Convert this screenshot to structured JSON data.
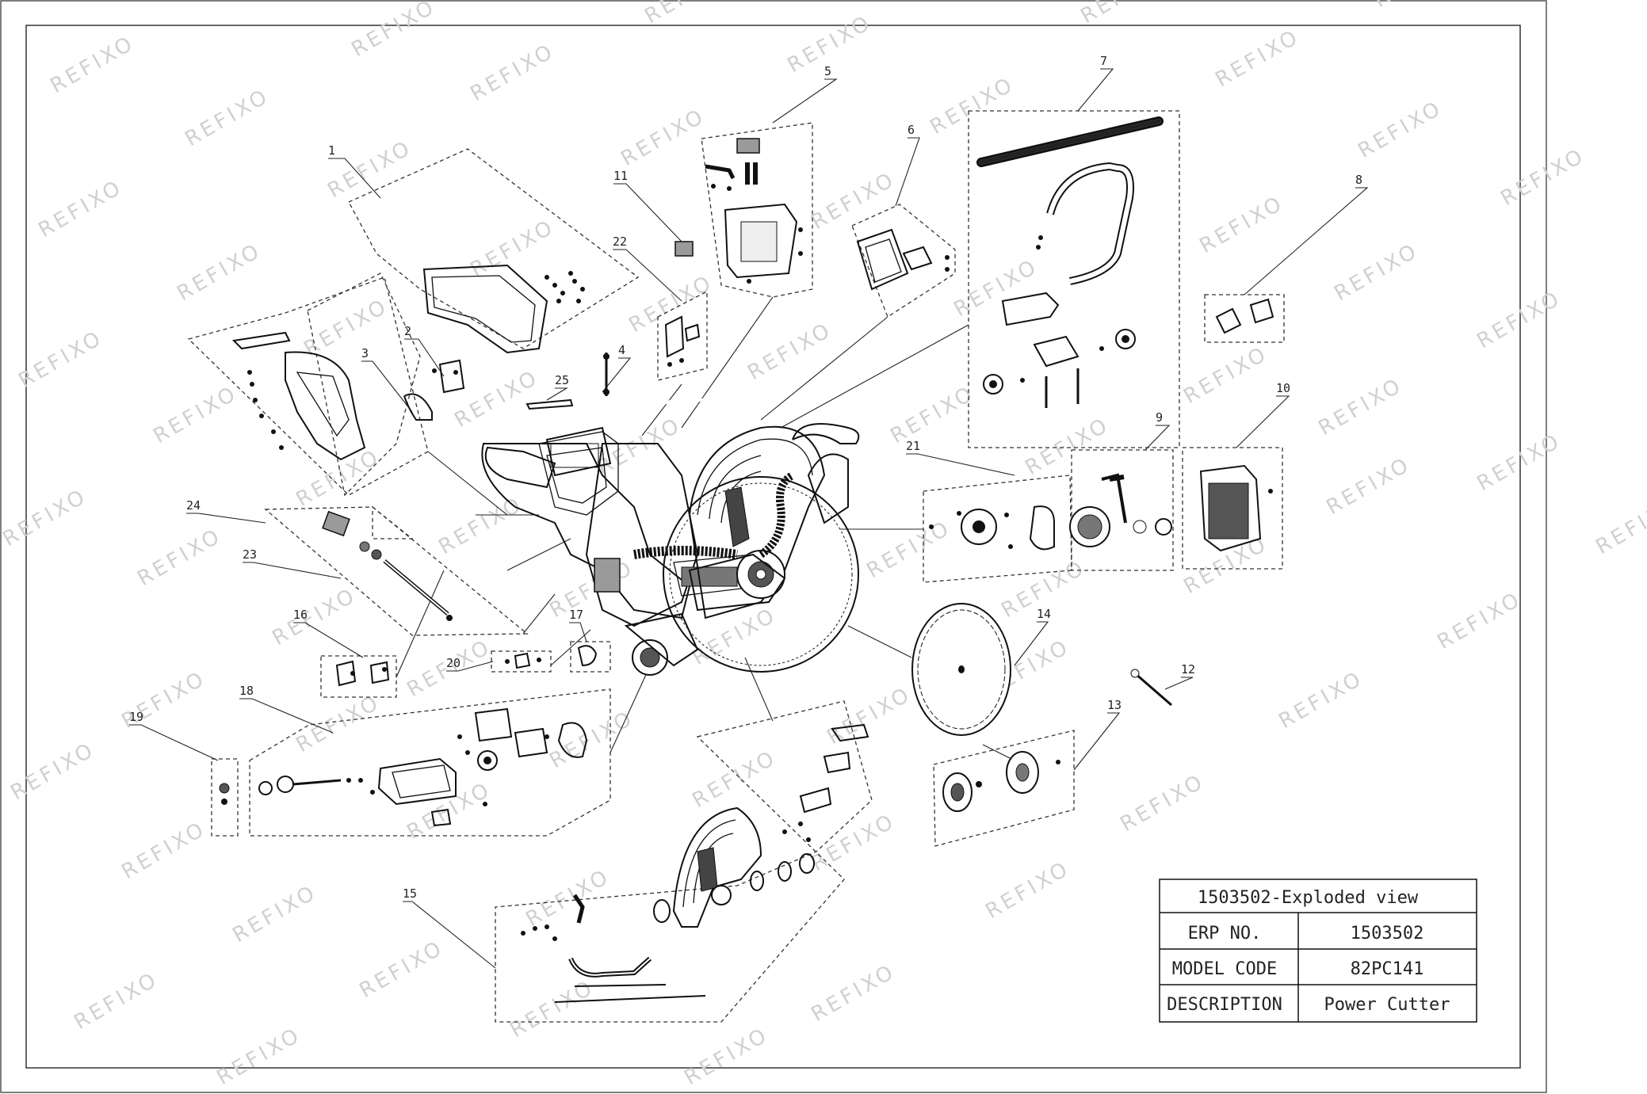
{
  "watermark": "REFIXO",
  "callouts": [
    "1",
    "2",
    "3",
    "4",
    "5",
    "6",
    "7",
    "8",
    "9",
    "10",
    "11",
    "12",
    "13",
    "14",
    "15",
    "16",
    "17",
    "18",
    "19",
    "20",
    "21",
    "22",
    "23",
    "24",
    "25"
  ],
  "title_block": {
    "title": "1503502-Exploded view",
    "rows": [
      {
        "label": "ERP NO.",
        "value": "1503502"
      },
      {
        "label": "MODEL CODE",
        "value": "82PC141"
      },
      {
        "label": "DESCRIPTION",
        "value": "Power Cutter"
      }
    ]
  }
}
